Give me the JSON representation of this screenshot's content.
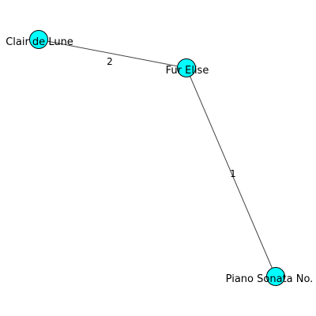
{
  "graph": {
    "node_color": "#00ffff",
    "edge_color": "#444444",
    "nodes": [
      {
        "id": "clair",
        "label": "Clair de Lune"
      },
      {
        "id": "fur",
        "label": "Fur Elise"
      },
      {
        "id": "sonata",
        "label": "Piano Sonata No."
      }
    ],
    "edges": [
      {
        "source": "clair",
        "target": "fur",
        "label": "2"
      },
      {
        "source": "fur",
        "target": "sonata",
        "label": "1"
      }
    ]
  }
}
